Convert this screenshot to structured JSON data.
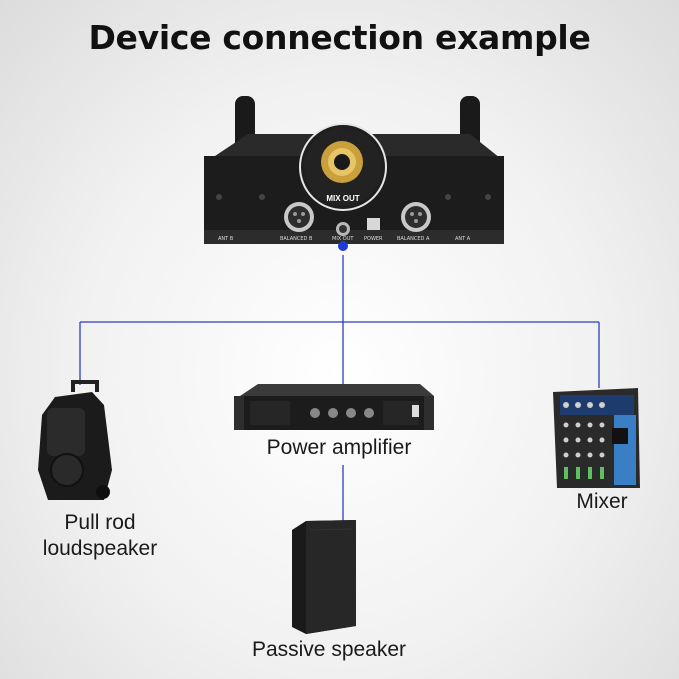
{
  "title": "Device connection example",
  "receiver": {
    "callout_label": "MIX OUT",
    "panel_labels": {
      "ant_b": "ANT B",
      "balanced_b": "BALANCED B",
      "mix_out": "MIX OUT",
      "power": "POWER",
      "balanced_a": "BALANCED A",
      "ant_a": "ANT A"
    }
  },
  "devices": {
    "loudspeaker": {
      "label_line1": "Pull rod",
      "label_line2": "loudspeaker"
    },
    "amplifier": {
      "label": "Power amplifier"
    },
    "mixer": {
      "label": "Mixer"
    },
    "passive_speaker": {
      "label": "Passive speaker"
    }
  },
  "colors": {
    "wire": "#2b3fbf",
    "jack_dot": "#1f3bd6",
    "callout_ring": "#1e1e1e",
    "device_body": "#1b1b1b"
  }
}
